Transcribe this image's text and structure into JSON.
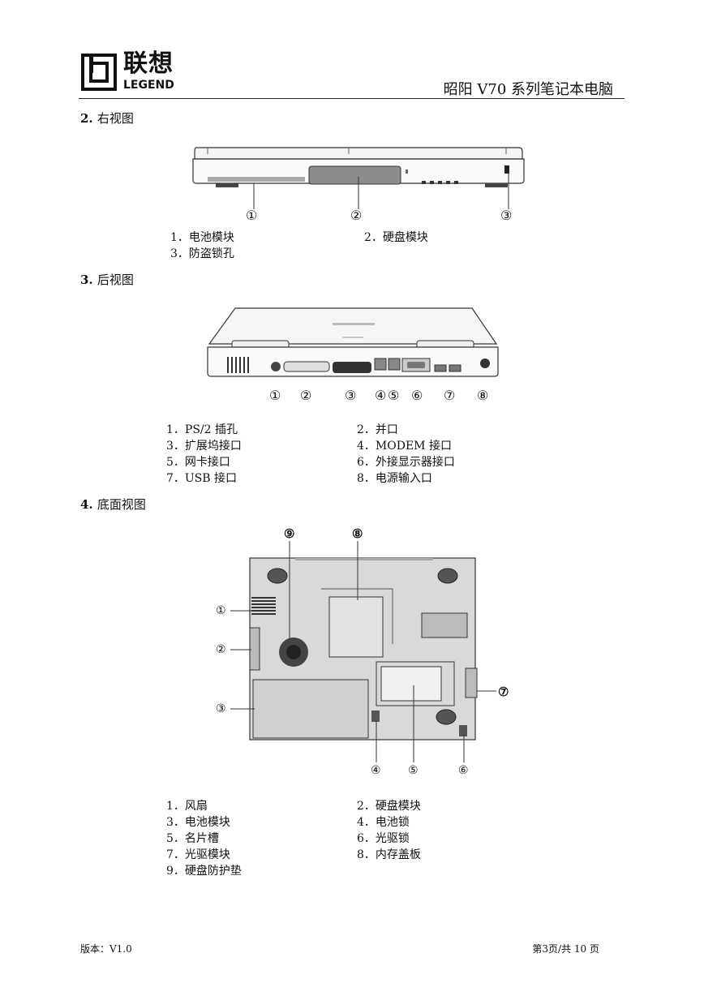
{
  "header": {
    "logo_cn": "联想",
    "logo_en": "LEGEND",
    "doc_title": "昭阳 V70 系列笔记本电脑"
  },
  "sections": {
    "right": {
      "num": "2.",
      "title": "右视图",
      "captions": [
        "1．电池模块",
        "2．硬盘模块",
        "3．防盗锁孔"
      ],
      "markers": [
        "①",
        "②",
        "③"
      ]
    },
    "back": {
      "num": "3.",
      "title": "后视图",
      "captions": [
        "1．PS/2 插孔",
        "2．并口",
        "3．扩展坞接口",
        "4．MODEM 接口",
        "5．网卡接口",
        "6．外接显示器接口",
        "7．USB 接口",
        "8．电源输入口"
      ],
      "markers": [
        "①",
        "②",
        "③",
        "④",
        "⑤",
        "⑥",
        "⑦",
        "⑧"
      ]
    },
    "bottom": {
      "num": "4.",
      "title": "底面视图",
      "captions": [
        "1．风扇",
        "2．硬盘模块",
        "3．电池模块",
        "4．电池锁",
        "5．名片槽",
        "6．光驱锁",
        "7．光驱模块",
        "8．内存盖板",
        "9．硬盘防护垫"
      ],
      "markers": [
        "①",
        "②",
        "③",
        "④",
        "⑤",
        "⑥",
        "⑦",
        "⑧",
        "⑨"
      ]
    }
  },
  "footer": {
    "version": "版本：V1.0",
    "page": "第3页/共 10 页"
  }
}
